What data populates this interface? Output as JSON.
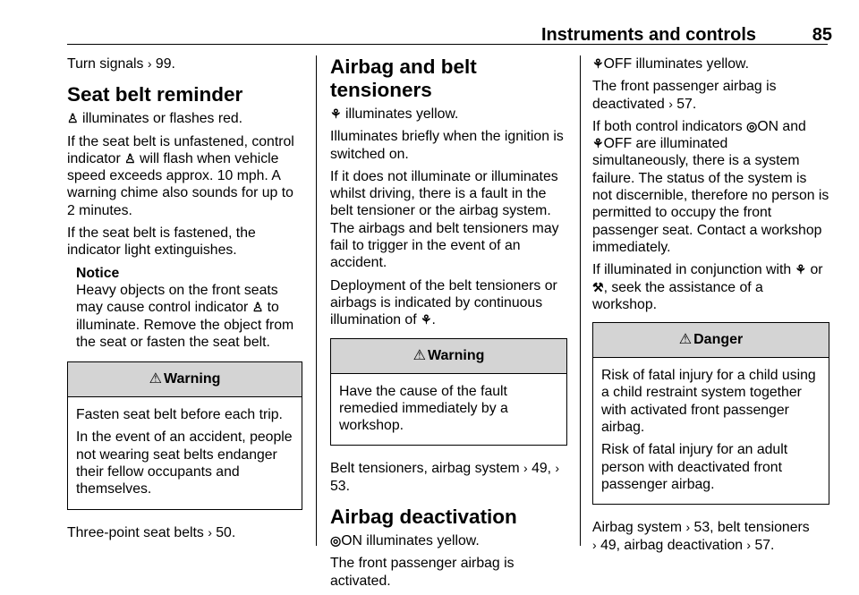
{
  "header": {
    "title": "Instruments and controls",
    "page_number": "85"
  },
  "col1": {
    "turn_signals": "Turn signals",
    "turn_signals_ref": "99.",
    "seat_belt_heading": "Seat belt reminder",
    "seat_belt_line1": " illuminates or flashes red.",
    "seat_belt_para2_a": "If the seat belt is unfastened, control indicator ",
    "seat_belt_para2_b": " will flash when vehicle speed exceeds approx. 10 mph. A warning chime also sounds for up to 2 minutes.",
    "seat_belt_para3": "If the seat belt is fastened, the indicator light extinguishes.",
    "notice": {
      "title": "Notice",
      "text_a": "Heavy objects on the front seats may cause control indicator ",
      "text_b": " to illuminate. Remove the object from the seat or fasten the seat belt."
    },
    "warning_box": {
      "title": "Warning",
      "para1": "Fasten seat belt before each trip.",
      "para2": "In the event of an accident, people not wearing seat belts endanger their fellow occupants and themselves."
    },
    "three_point": "Three-point seat belts",
    "three_point_ref": "50."
  },
  "col2": {
    "heading": "Airbag and belt tensioners",
    "line1": " illuminates yellow.",
    "para2": "Illuminates briefly when the ignition is switched on.",
    "para3": "If it does not illuminate or illuminates whilst driving, there is a fault in the belt tensioner or the airbag system. The airbags and belt tensioners may fail to trigger in the event of an accident.",
    "para4": "Deployment of the belt tensioners or airbags is indicated by continuous illumination of ",
    "para4_end": ".",
    "warning_box": {
      "title": "Warning",
      "para1": "Have the cause of the fault remedied immediately by a workshop."
    },
    "refs_line_a": "Belt tensioners, airbag system",
    "refs_49": "49,",
    "refs_53": "53.",
    "deactivation_heading": "Airbag deactivation",
    "on_line": "ON illuminates yellow.",
    "on_para": "The front passenger airbag is activated."
  },
  "col3": {
    "off_line": "OFF illuminates yellow.",
    "off_para_a": "The front passenger airbag is deactivated",
    "off_para_ref": "57.",
    "both_a": "If both control indicators ",
    "both_on": "ON and",
    "both_off": "OFF are illuminated",
    "both_b": "simultaneously, there is a system failure. The status of the system is not discernible, therefore no person is permitted to occupy the front passenger seat. Contact a workshop immediately.",
    "conj_a": "If illuminated in conjunction with ",
    "conj_or": " or",
    "conj_b": ", seek the assistance of a workshop.",
    "danger_box": {
      "title": "Danger",
      "para1": "Risk of fatal injury for a child using a child restraint system together with activated front passenger airbag.",
      "para2": "Risk of fatal injury for an adult person with deactivated front passenger airbag."
    },
    "refs_a": "Airbag system",
    "refs_53": "53, belt tensioners",
    "refs_49": "49, airbag deactivation",
    "refs_57": "57."
  },
  "icons": {
    "ref_arrow": "3",
    "warning_triangle": "⚠",
    "seat_belt": "seat-belt-icon",
    "airbag": "airbag-icon",
    "airbag_on": "airbag-on-icon",
    "airbag_off": "airbag-off-icon",
    "wrench": "service-icon"
  }
}
